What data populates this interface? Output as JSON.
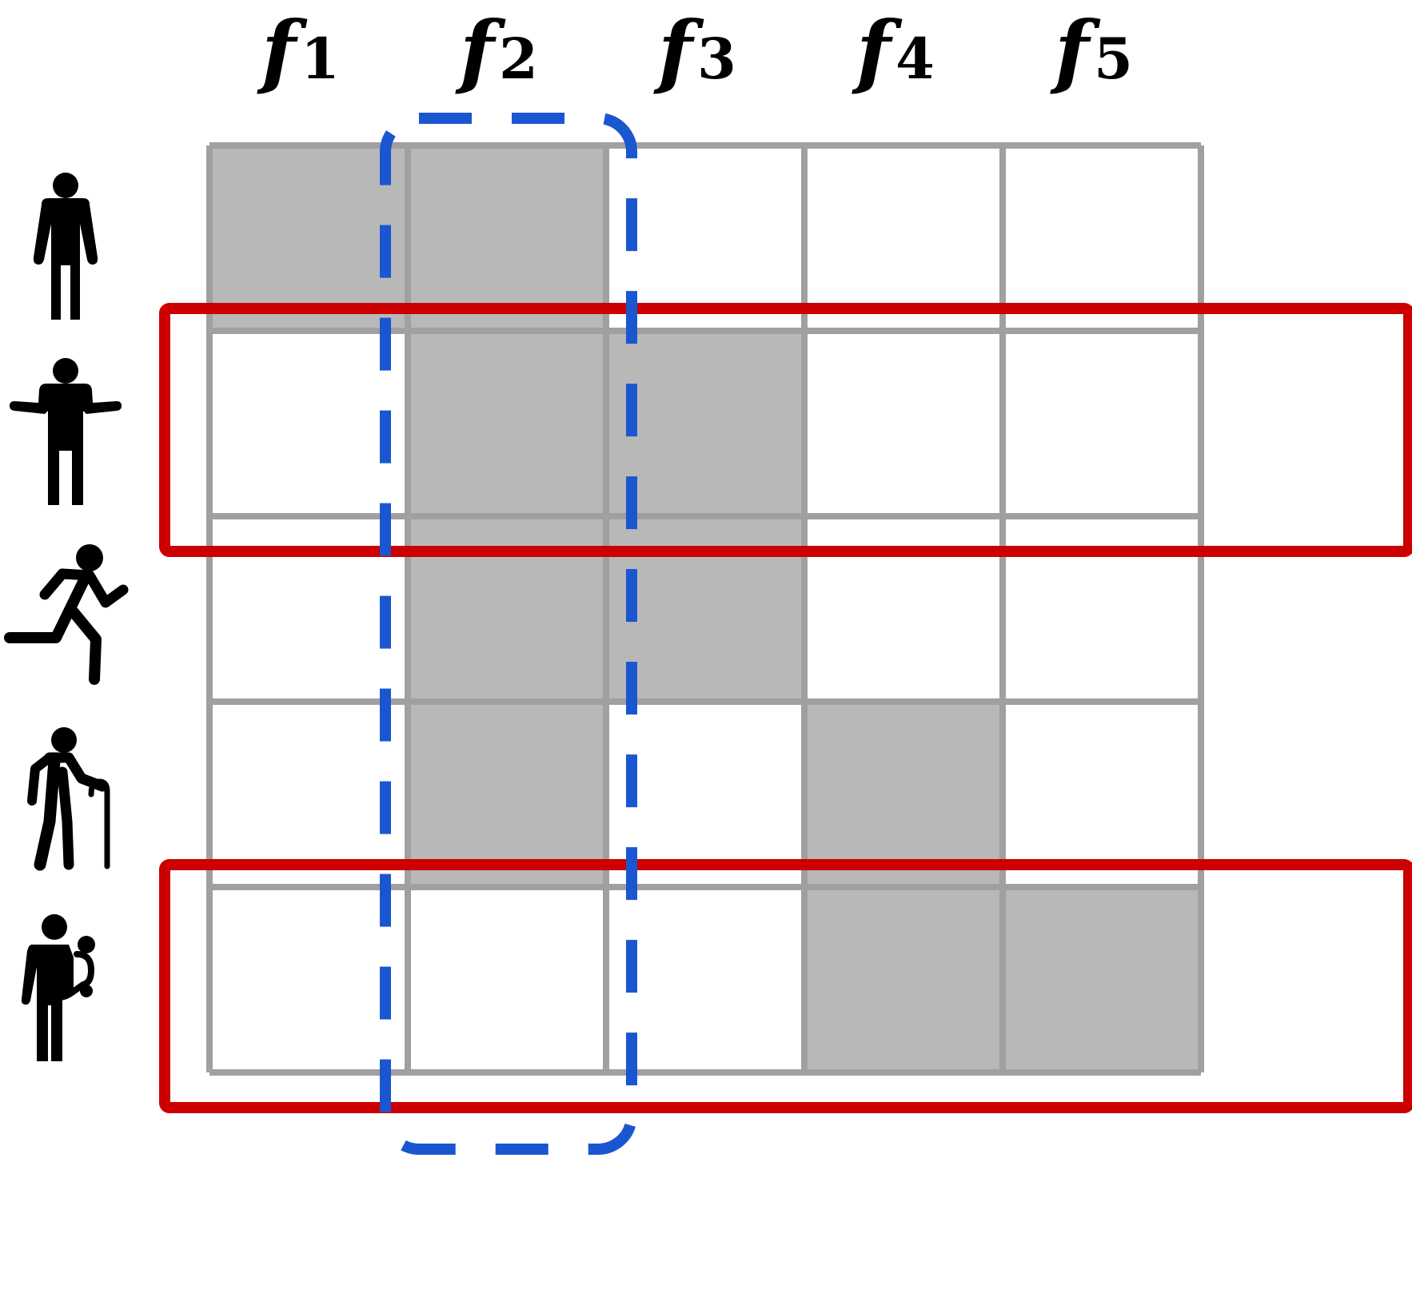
{
  "columns": [
    {
      "symbol": "f",
      "index": "1"
    },
    {
      "symbol": "f",
      "index": "2"
    },
    {
      "symbol": "f",
      "index": "3"
    },
    {
      "symbol": "f",
      "index": "4"
    },
    {
      "symbol": "f",
      "index": "5"
    }
  ],
  "rows": [
    {
      "icon": "standing-person-icon"
    },
    {
      "icon": "shrugging-person-icon"
    },
    {
      "icon": "running-person-icon"
    },
    {
      "icon": "elderly-person-with-cane-icon"
    },
    {
      "icon": "person-carrying-child-icon"
    }
  ],
  "matrix": [
    [
      1,
      1,
      0,
      0,
      0
    ],
    [
      0,
      1,
      1,
      0,
      0
    ],
    [
      0,
      1,
      1,
      0,
      0
    ],
    [
      0,
      1,
      0,
      1,
      0
    ],
    [
      0,
      0,
      0,
      1,
      1
    ]
  ],
  "highlighted_rows": [
    1,
    4
  ],
  "highlighted_columns": [
    1
  ],
  "colors": {
    "filled_cell": "#b8b8b8",
    "empty_cell": "#ffffff",
    "grid_line": "#a0a0a0",
    "row_highlight": "#cc0000",
    "column_highlight": "#1a56d0",
    "icon": "#000000"
  }
}
